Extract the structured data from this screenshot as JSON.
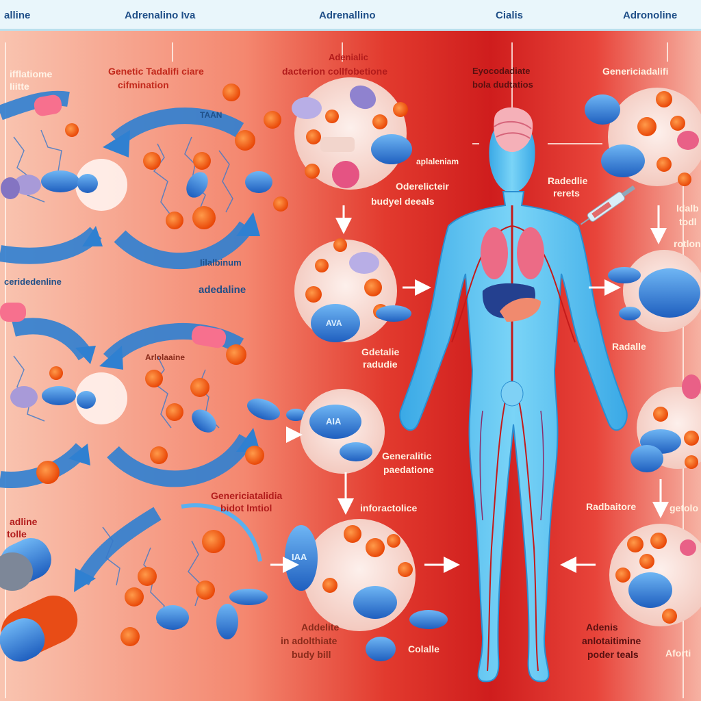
{
  "header": {
    "labels": [
      "alline",
      "Adrenalino Iva",
      "Adrenallino",
      "Cialis",
      "Adronoline"
    ]
  },
  "left_panel": {
    "labels": [
      "ifflatiome",
      "Iiitte",
      "Genetic Tadalifi ciare",
      "cifmination",
      "TAAN",
      "ceridedenline",
      "Iilalbinum",
      "adedaline",
      "Arlolaaine",
      "Genericiatalidia",
      "bidot lmtiol",
      "adline",
      "tolle"
    ]
  },
  "middle_panel": {
    "labels": [
      "Adenialic",
      "dacterion collfobetione",
      "aplaleniam",
      "Oderelicteir",
      "budyel deeals",
      "Gdetalie",
      "radudie",
      "Generalitic",
      "paedatione",
      "inforactolice",
      "Addelite",
      "in adolthiate",
      "budy bill",
      "Colalle",
      "AIA",
      "IAA",
      "AVA"
    ]
  },
  "right_panel": {
    "labels": [
      "Eyocodadiate",
      "bola dudtatios",
      "Genericiadalifi",
      "Radedlie",
      "rerets",
      "Idalb",
      "todl",
      "rotlon",
      "Radalle",
      "Radbaitore",
      "getolo",
      "Adenis",
      "anlotaitimine",
      "poder teals",
      "Aforti"
    ]
  },
  "colors": {
    "pill_blue": "#2e7fd6",
    "orange": "#f25a14",
    "cell_bg": "#f9dcd4",
    "body_blue": "#5cc3f0",
    "vessel_red": "#c41a1a"
  }
}
